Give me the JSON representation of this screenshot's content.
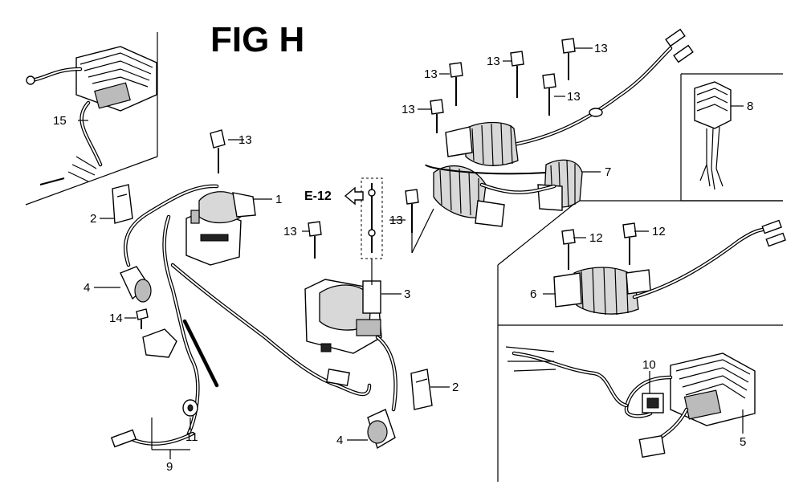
{
  "title": "FIG H",
  "reference": {
    "label": "E-12"
  },
  "callouts": {
    "c1": "1",
    "c2a": "2",
    "c2b": "2",
    "c3": "3",
    "c4a": "4",
    "c4b": "4",
    "c5": "5",
    "c6": "6",
    "c7": "7",
    "c8": "8",
    "c9": "9",
    "c10": "10",
    "c11": "11",
    "c12a": "12",
    "c12b": "12",
    "c13a": "13",
    "c13b": "13",
    "c13c": "13",
    "c13d": "13",
    "c13e": "13",
    "c13f": "13",
    "c13g": "13",
    "c13h": "13",
    "c14": "14",
    "c15": "15"
  }
}
